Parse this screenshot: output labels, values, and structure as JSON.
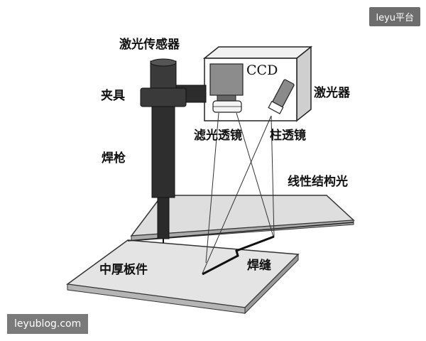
{
  "labels": {
    "laser_sensor": "激光传感器",
    "ccd": "CCD",
    "clamp": "夹具",
    "laser": "激光器",
    "filter_lens": "滤光透镜",
    "cylinder_lens": "柱透镜",
    "welding_torch": "焊枪",
    "structured_light": "线性结构光",
    "plate": "中厚板件",
    "weld_seam": "焊缝"
  },
  "watermarks": {
    "top_right": "leyu平台",
    "bottom_left": "leyublog.com"
  }
}
